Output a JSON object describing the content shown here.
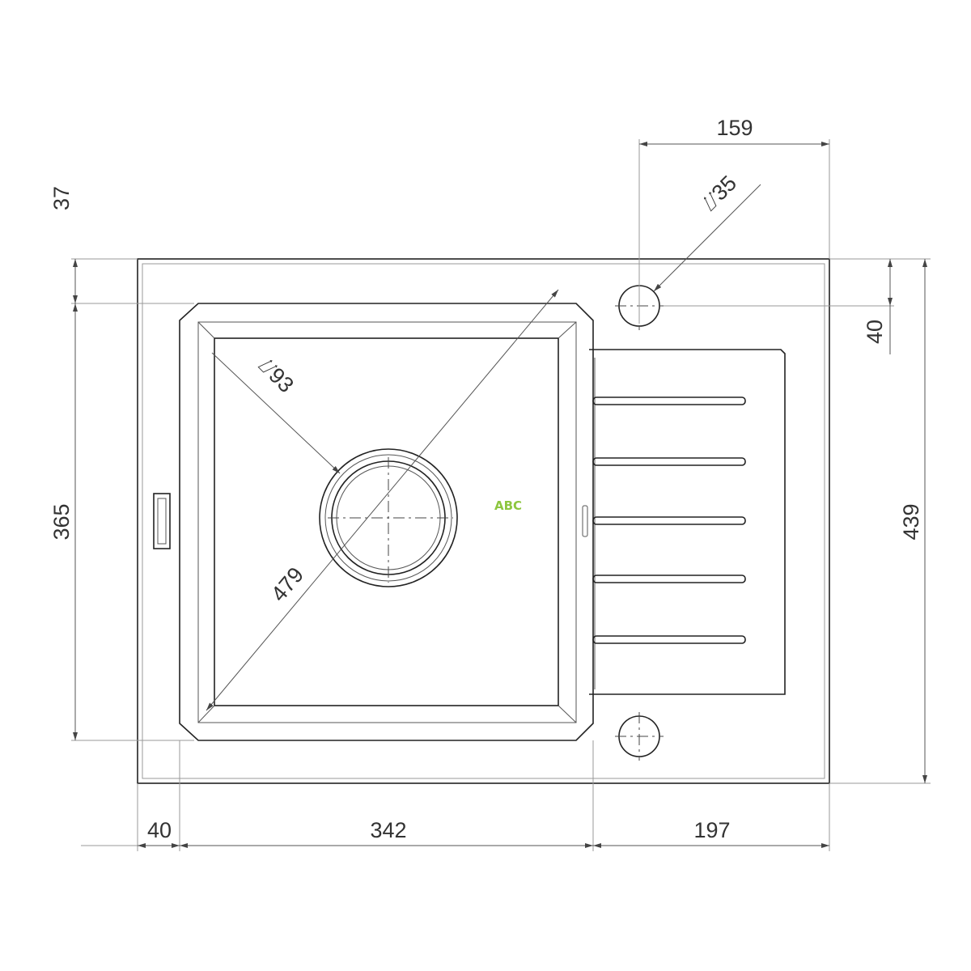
{
  "drawing": {
    "dimensions": {
      "tap_offset_horizontal": "159",
      "tap_hole_diameter": "⌰35",
      "top_margin": "37",
      "tap_offset_vertical": "40",
      "bowl_depth": "365",
      "total_depth": "439",
      "drain_diameter": "⌰93",
      "bowl_diagonal": "479",
      "left_margin": "40",
      "bowl_width": "342",
      "drainboard_width": "197"
    },
    "watermark": "ABC",
    "colors": {
      "line": "#222222",
      "watermark": "#8dc63f"
    }
  }
}
